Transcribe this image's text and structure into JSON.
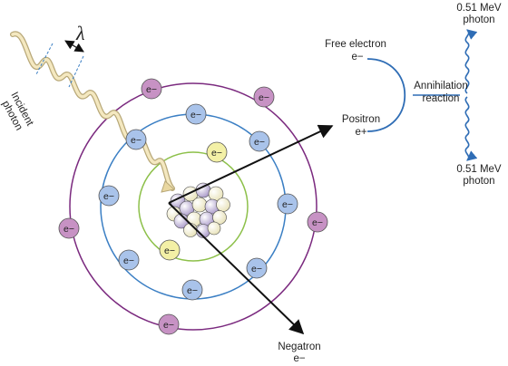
{
  "labels": {
    "lambda": "λ",
    "incident_photon_line1": "Incident",
    "incident_photon_line2": "photon",
    "free_electron_line1": "Free electron",
    "free_electron_line2": "e−",
    "positron_line1": "Positron",
    "positron_line2": "e+",
    "annihilation_line1": "Annihilation",
    "annihilation_line2": "reaction",
    "photon_top_line1": "0.51 MeV",
    "photon_top_line2": "photon",
    "photon_bottom_line1": "0.51 MeV",
    "photon_bottom_line2": "photon",
    "negatron_line1": "Negatron",
    "negatron_line2": "e−"
  },
  "electron_label": "e−",
  "shells": [
    {
      "name": "inner",
      "color": "#8dc04a"
    },
    {
      "name": "middle",
      "color": "#3b7fc4"
    },
    {
      "name": "outer",
      "color": "#7b2a7f"
    }
  ],
  "electron_colors": {
    "inner": "#f3f0a6",
    "middle": "#a9c3ea",
    "outer": "#c792c4"
  },
  "colors": {
    "photon_wave": "#e9d7a0",
    "annihilation_lines": "#2f6db5",
    "arrows": "#111111"
  }
}
